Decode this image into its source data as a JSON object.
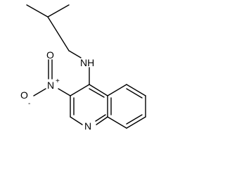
{
  "molecule": {
    "atoms": {
      "amine": "NH",
      "nitro_n": "N",
      "nitro_plus": "+",
      "nitro_o_top": "O",
      "nitro_o_left": "O",
      "nitro_minus": "-",
      "ring_n": "N"
    },
    "colors": {
      "bond": "#000000",
      "label": "#000000",
      "background": "#ffffff"
    }
  }
}
